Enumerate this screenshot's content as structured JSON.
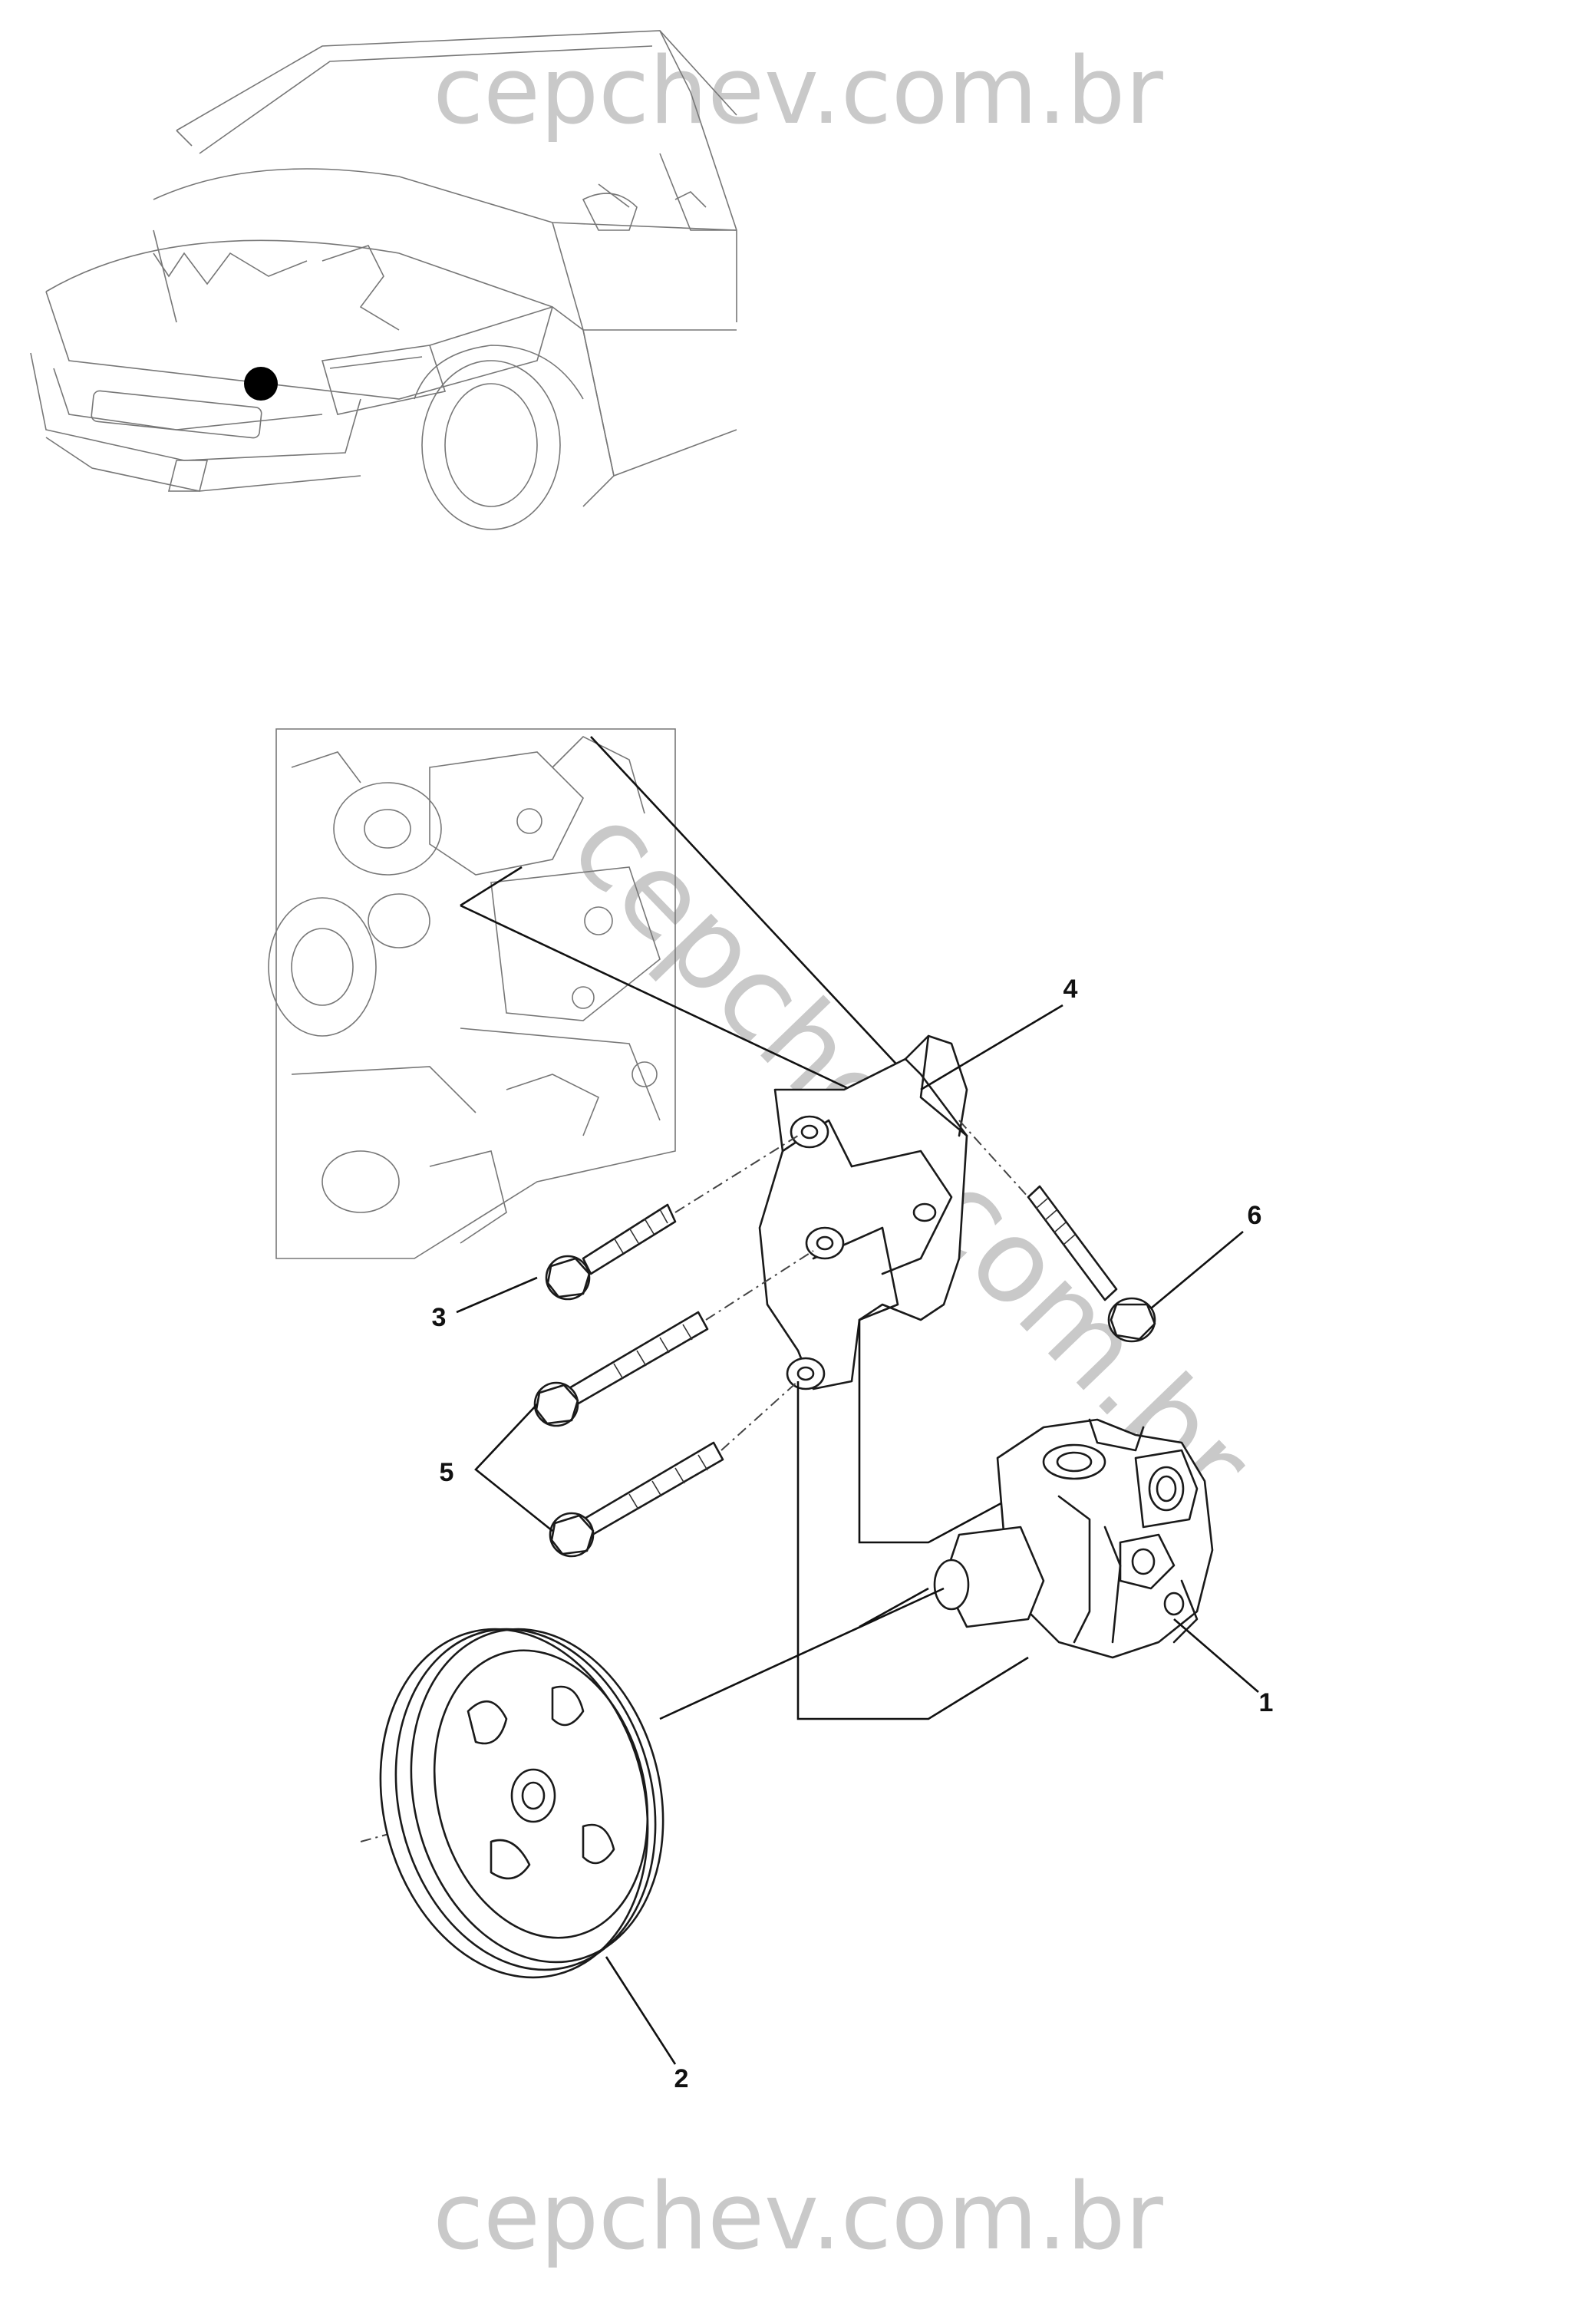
{
  "watermarks": {
    "top": "cepchev.com.br",
    "bottom": "cepchev.com.br",
    "diagonal": "cepchev.com.br"
  },
  "callouts": [
    "1",
    "2",
    "3",
    "4",
    "5",
    "6"
  ],
  "colors": {
    "ink": "#1a1a1a",
    "watermark": "#c9c9c9",
    "locator_dot": "#000000"
  }
}
